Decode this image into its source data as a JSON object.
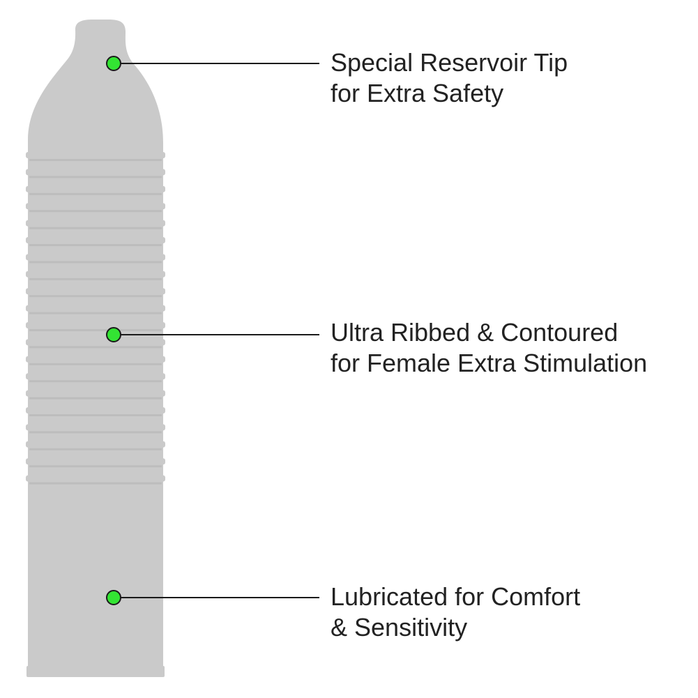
{
  "colors": {
    "body": "#cacaca",
    "rib_shadow": "#bdbdbd",
    "marker_fill": "#33e433",
    "marker_stroke": "#1a1a1a",
    "leader_line": "#1a1a1a",
    "text": "#222222"
  },
  "callouts": [
    {
      "id": "tip",
      "lines": [
        "Special Reservoir Tip",
        "for Extra Safety"
      ]
    },
    {
      "id": "ribbed",
      "lines": [
        "Ultra Ribbed & Contoured",
        "for Female Extra Stimulation"
      ]
    },
    {
      "id": "lube",
      "lines": [
        "Lubricated for Comfort",
        "& Sensitivity"
      ]
    }
  ]
}
